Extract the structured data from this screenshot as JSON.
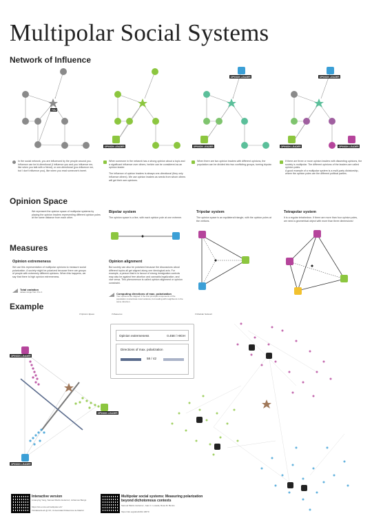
{
  "title": "Multipolar Social Systems",
  "sections": {
    "network": "Network of Influence",
    "opinion_space": "Opinion Space",
    "measures": "Measures",
    "example": "Example"
  },
  "network_panels": [
    {
      "text": "In the social network, you are influenced by the people around you. Influence can be bi-directional (I influence you and you influence me, like when you talk with a friend), or one-directional (you influence me, but I don't influence you), like when you read someone's tweet."
    },
    {
      "text": "When someone in the network has a strong opinion about a topic and a significant influence over others, he/she can be considered as an opinion leader.",
      "text2": "The influence of opinion leaders is always one-directional (they only influence others). We use opinion leaders as seeds from whom others will get their own opinions."
    },
    {
      "text": "When there are two opinion leaders with different opinions, the population can be divided into two conflicting groups, turning bipolar."
    },
    {
      "text": "If there are three or more opinion leaders with dissenting opinions, the society is multipolar. The different opinions of the leaders are called opinion poles.",
      "text2": "A good example of a multipolar system is a multi-party dictatorship, where the opinion poles are the different political parties."
    }
  ],
  "labels": {
    "opinion_leader": "OPINION LEADER",
    "you": "YOU"
  },
  "opinion_space": {
    "intro": "We represent the opinion space of multipolar systems by placing the opinion leaders representing different opinion poles at the same distance from each other.",
    "systems": [
      {
        "name": "Bipolar system",
        "desc": "The opinion space is a line, with each opinion pole at one extreme."
      },
      {
        "name": "Tripolar system",
        "desc": "The opinion space is an equilateral triangle, with the opinion poles at the vertices."
      },
      {
        "name": "Tetrapolar system",
        "desc": "It is a regular tetrahedron. If there are more than four opinion poles, we need a geometrical object with more than three dimensions!"
      }
    ]
  },
  "measures": {
    "extremeness_title": "Opinion extremeness",
    "extremeness_text": "We use this representation of multipolar opinions to measure social polarization. A society might be polarized because there are groups of people with extremely different opinions. When this happens, we say that there is high opinion extremeness.",
    "total_variation": "Total variation",
    "total_variation_sub": "values range from 0 to 1",
    "alignment_title": "Opinion alignment",
    "alignment_text": "But society can also be polarized because the discussions about different topics all get aligned along one ideological axis. For example, a person that is in favour of strong immigration controls may also be against free abortion and cannabis legalization, and vice versa. This phenomenon is called opinion alignment or opinion constraint.",
    "directions_title": "Computing directions of max. polarization",
    "directions_sub": "Your opinions are 'aligned' if the first principal components of the population concentrate most variance, but reading with neighbours in the same direction."
  },
  "example": {
    "tab_opinion": "Opinion Space",
    "tab_measures": "Measures",
    "tab_network": "Modular Network",
    "extremeness_label": "Opinion extremeness",
    "extremeness_value": "0.458 / HIGH",
    "directions_label": "Directions of max. polarization",
    "directions_value": "58 / 42"
  },
  "footer": {
    "interactive_title": "Interactive version",
    "authors1": "Lixiaoying Yang, Samuel Martin-Gutierrez, Johannes Bengs",
    "url1": "https://vis.uni-ko.at/multipolar-viz/",
    "note1": "Vis/datavisLab @ UK; Universidad Politecnica de Madrid",
    "paper_title": "Multipolar social systems: Measuring polarization beyond dichotomous contexts",
    "authors2": "Samuel Martin-Gutierrez, Juan C. Losada, Rosa M. Benito",
    "url2": "https://doi.org/abs/2202.10670"
  },
  "colors": {
    "gray": "#7a7a7a",
    "green": "#8cc63f",
    "teal": "#5bbf9a",
    "blue": "#3b9fd6",
    "magenta": "#b5449b",
    "yellow": "#f2c12e",
    "star": "#a0785a"
  }
}
